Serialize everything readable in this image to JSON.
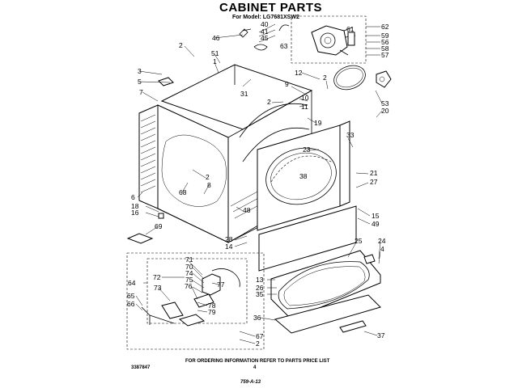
{
  "header": {
    "title": "CABINET PARTS",
    "model": "For Model: LG7681XSW2"
  },
  "footer": {
    "ordering": "FOR ORDERING INFORMATION REFER TO PARTS PRICE LIST",
    "page": "4",
    "part_number": "3387847",
    "code": "759-A-13"
  },
  "callouts": {
    "c2a": "2",
    "c46": "46",
    "c40": "40",
    "c41": "41",
    "c45": "45",
    "c61": "61",
    "c62": "62",
    "c59": "59",
    "c56": "56",
    "c58": "58",
    "c57": "57",
    "c51": "51",
    "c1": "1",
    "c63": "63",
    "c3": "3",
    "c5": "5",
    "c7": "7",
    "c12": "12",
    "c2b": "2",
    "c31": "31",
    "c9": "9",
    "c10": "10",
    "c11": "11",
    "c2c": "2",
    "c53": "53",
    "c20": "20",
    "c19": "19",
    "c33": "33",
    "c23": "23",
    "c2d": "2",
    "c68": "68",
    "c8": "8",
    "c38": "38",
    "c21": "21",
    "c27": "27",
    "c6": "6",
    "c18": "18",
    "c16": "16",
    "c48": "48",
    "c15": "15",
    "c49": "49",
    "c69": "69",
    "c28": "28",
    "c14": "14",
    "c25": "25",
    "c24": "24",
    "c4": "4",
    "c71": "71",
    "c70": "70",
    "c74": "74",
    "c75": "75",
    "c72": "72",
    "c64": "64",
    "c73": "73",
    "c76": "76",
    "c77": "77",
    "c13": "13",
    "c26": "26",
    "c35": "35",
    "c65": "65",
    "c66": "66",
    "c78": "78",
    "c79": "79",
    "c36": "36",
    "c67": "67",
    "c2e": "2",
    "c37": "37"
  }
}
